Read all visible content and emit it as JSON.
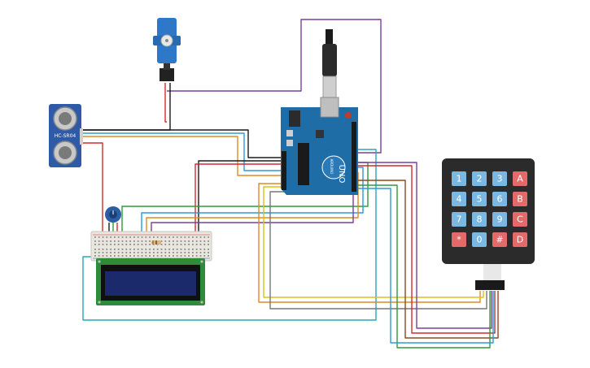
{
  "colors": {
    "arduino_board": "#1f6da6",
    "breadboard": "#e8e6e0",
    "lcd_frame": "#2e8b3a",
    "lcd_screen": "#1b2a6b",
    "keypad_body": "#2b2b2b",
    "key_blue": "#7ab8e2",
    "key_red": "#e46a6a",
    "sensor_body": "#2f5aa8",
    "servo_body": "#2f78c8",
    "pot_body": "#2a5fa8"
  },
  "arduino": {
    "name": "arduino-uno",
    "logo_text": "UNO",
    "brand_text": "ARDUINO"
  },
  "ultrasonic": {
    "label": "HC-SR04"
  },
  "keypad": {
    "rows": [
      [
        {
          "label": "1",
          "kind": "blue"
        },
        {
          "label": "2",
          "kind": "blue"
        },
        {
          "label": "3",
          "kind": "blue"
        },
        {
          "label": "A",
          "kind": "red"
        }
      ],
      [
        {
          "label": "4",
          "kind": "blue"
        },
        {
          "label": "5",
          "kind": "blue"
        },
        {
          "label": "6",
          "kind": "blue"
        },
        {
          "label": "B",
          "kind": "red"
        }
      ],
      [
        {
          "label": "7",
          "kind": "blue"
        },
        {
          "label": "8",
          "kind": "blue"
        },
        {
          "label": "9",
          "kind": "blue"
        },
        {
          "label": "C",
          "kind": "red"
        }
      ],
      [
        {
          "label": "*",
          "kind": "red"
        },
        {
          "label": "0",
          "kind": "blue"
        },
        {
          "label": "#",
          "kind": "red"
        },
        {
          "label": "D",
          "kind": "red"
        }
      ]
    ]
  },
  "wires": [
    {
      "id": "usb-purple",
      "color": "#7b3fa0"
    },
    {
      "id": "servo-black",
      "color": "#1a1a1a"
    },
    {
      "id": "servo-red",
      "color": "#d42a2a"
    },
    {
      "id": "sensor-black",
      "color": "#1a1a1a"
    },
    {
      "id": "sensor-blue",
      "color": "#2a9bd6"
    },
    {
      "id": "sensor-orange",
      "color": "#e08a1e"
    },
    {
      "id": "sensor-red",
      "color": "#d42a2a"
    },
    {
      "id": "bb-black",
      "color": "#1a1a1a"
    },
    {
      "id": "bb-red",
      "color": "#d42a2a"
    },
    {
      "id": "lcd-green",
      "color": "#2f9a3a"
    },
    {
      "id": "lcd-blue",
      "color": "#2a9bd6"
    },
    {
      "id": "lcd-orange",
      "color": "#e08a1e"
    },
    {
      "id": "lcd-purple",
      "color": "#7b3fa0"
    },
    {
      "id": "lcd-teal",
      "color": "#2aa6b8"
    },
    {
      "id": "kp-orange",
      "color": "#e08a1e"
    },
    {
      "id": "kp-yellow",
      "color": "#d9c21a"
    },
    {
      "id": "kp-gray",
      "color": "#777777"
    },
    {
      "id": "kp-purple",
      "color": "#7b3fa0"
    },
    {
      "id": "kp-red",
      "color": "#d42a2a"
    },
    {
      "id": "kp-green",
      "color": "#2f9a3a"
    },
    {
      "id": "kp-brown",
      "color": "#8a4a20"
    },
    {
      "id": "kp-blue2",
      "color": "#2a9bd6"
    }
  ]
}
